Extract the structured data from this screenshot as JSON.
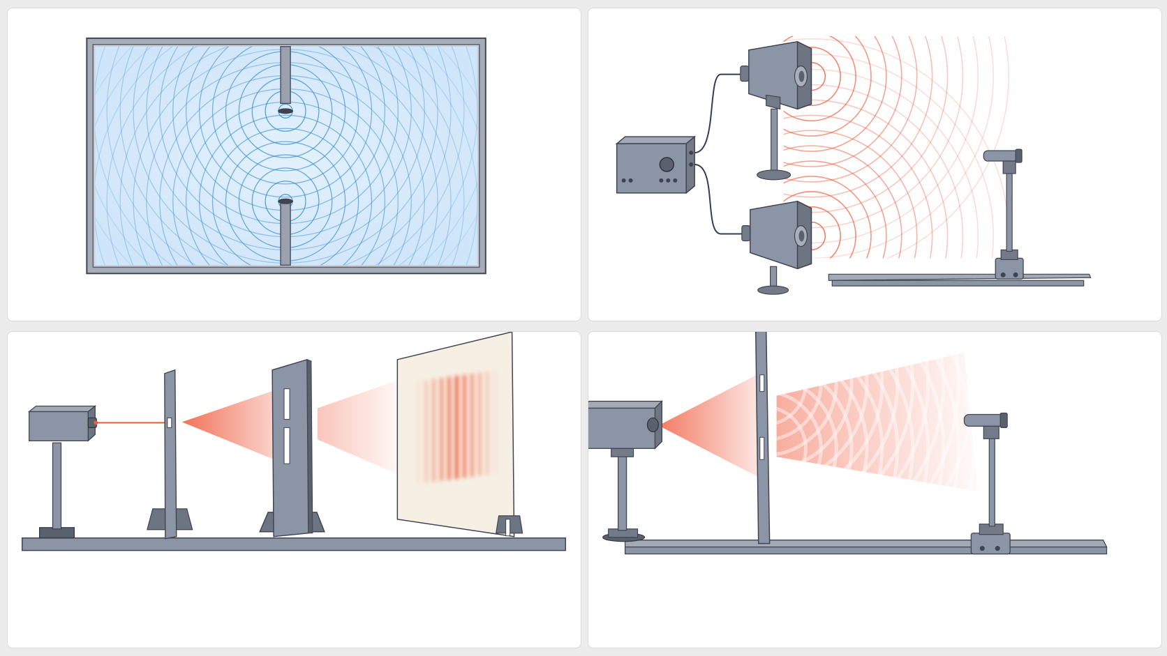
{
  "panels": [
    {
      "id": "ripple-tank",
      "caption": ""
    },
    {
      "id": "two-speaker-interference",
      "caption": ""
    },
    {
      "id": "laser-double-slit",
      "caption": ""
    },
    {
      "id": "microwave-double-slit",
      "caption": ""
    }
  ],
  "colors": {
    "background": "#ececec",
    "panel": "#ffffff",
    "metal": "#8c95a6",
    "metal_dark": "#4a5060",
    "water": "#d4e9fb",
    "ripple": "#3a8fd6",
    "wave_red": "#ef5a3c",
    "screen": "#f6f0e4"
  },
  "icons": [
    "ripple-tank-icon",
    "speaker-icon",
    "amplifier-icon",
    "microphone-icon",
    "laser-icon",
    "slit-icon",
    "screen-icon",
    "microwave-emitter-icon",
    "detector-icon",
    "optical-bench-icon"
  ]
}
